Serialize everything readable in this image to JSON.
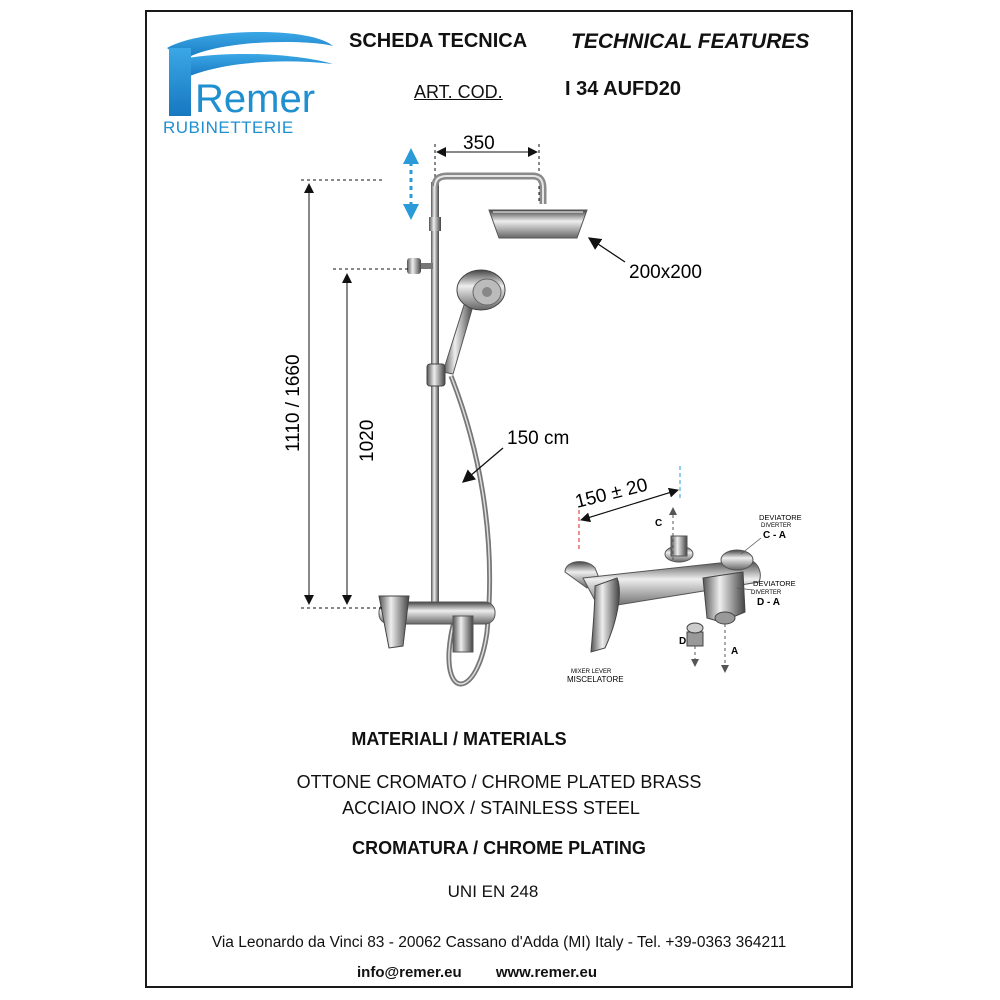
{
  "brand": {
    "logo_text": "Remer",
    "subtitle": "RUBINETTERIE"
  },
  "header": {
    "title_it": "SCHEDA TECNICA",
    "title_en": "TECHNICAL FEATURES",
    "art_cod_label": "ART. COD.",
    "art_cod_value": "I 34 AUFD20"
  },
  "drawing": {
    "arm_width": "350",
    "head_size": "200x200",
    "total_height": "1110 / 1660",
    "bar_height": "1020",
    "hose_length": "150 cm",
    "mixer_spacing": "150 ± 20",
    "label_c": "C",
    "label_d": "D",
    "label_a": "A",
    "diverter_ca_it": "DEVIATORE",
    "diverter_ca_en": "DIVERTER",
    "diverter_ca_code": "C - A",
    "diverter_da_it": "DEVIATORE",
    "diverter_da_en": "DIVERTER",
    "diverter_da_code": "D - A",
    "mixer_en": "MIXER LEVER",
    "mixer_it": "MISCELATORE"
  },
  "materials": {
    "heading": "MATERIALI / MATERIALS",
    "line1": "OTTONE CROMATO / CHROME PLATED BRASS",
    "line2": "ACCIAIO INOX / STAINLESS STEEL",
    "plating": "CROMATURA / CHROME PLATING",
    "norm": "UNI EN 248"
  },
  "footer": {
    "address": "Via Leonardo da Vinci 83 - 20062 Cassano d'Adda (MI) Italy - Tel. +39-0363 364211",
    "email": "info@remer.eu",
    "website": "www.remer.eu"
  },
  "colors": {
    "brand_blue": "#1f8fd0",
    "arrow_blue": "#2a9ad8",
    "dim_red": "#d22"
  }
}
